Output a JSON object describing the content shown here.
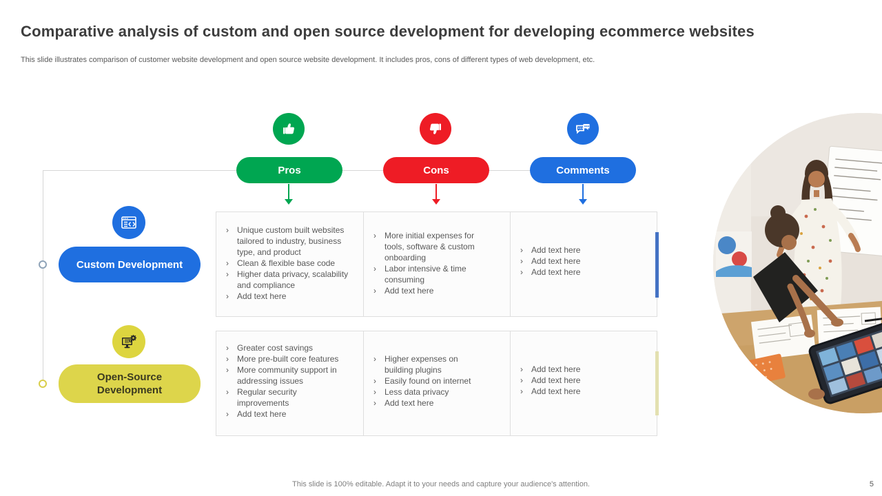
{
  "slide": {
    "title": "Comparative analysis of custom and open source development for developing ecommerce websites",
    "subtitle": "This slide illustrates comparison of customer website development and open source website development. It includes pros, cons of different types of web development, etc.",
    "footer": "This slide is 100% editable. Adapt it to your needs and capture your audience's attention.",
    "page_number": "5"
  },
  "colors": {
    "pros_green": "#00A651",
    "cons_red": "#EE1C25",
    "comments_blue": "#1F6FE0",
    "open_source_yellow": "#DDD54B",
    "accent_bar_blue": "#4472C4",
    "accent_bar_khaki": "#E3E0B0"
  },
  "columns": [
    {
      "label": "Pros",
      "icon": "thumbs-up-icon",
      "color": "#00A651"
    },
    {
      "label": "Cons",
      "icon": "thumbs-down-icon",
      "color": "#EE1C25"
    },
    {
      "label": "Comments",
      "icon": "chat-bubbles-icon",
      "color": "#1F6FE0"
    }
  ],
  "rows": [
    {
      "label": "Custom Development",
      "icon": "code-window-icon",
      "pros": [
        "Unique custom built websites tailored to industry, business type, and product",
        "Clean & flexible base code",
        "Higher data privacy, scalability and compliance",
        "Add text here"
      ],
      "cons": [
        "More initial expenses for tools, software & custom onboarding",
        "Labor intensive & time consuming",
        "Add text here"
      ],
      "comments": [
        "Add text here",
        "Add text here",
        "Add text here"
      ]
    },
    {
      "label": "Open-Source Development",
      "icon": "monitor-gears-icon",
      "pros": [
        "Greater cost savings",
        "More pre-built core features",
        "More community support in addressing issues",
        "Regular security improvements",
        "Add text here"
      ],
      "cons": [
        "Higher expenses on building plugins",
        "Easily found on internet",
        "Less data privacy",
        "Add text here"
      ],
      "comments": [
        "Add text here",
        "Add text here",
        "Add text here"
      ]
    }
  ]
}
